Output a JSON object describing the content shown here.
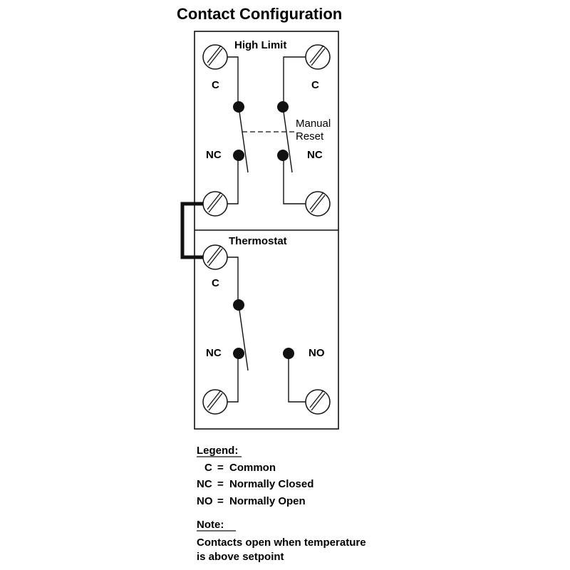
{
  "title": "Contact Configuration",
  "high_limit": {
    "label": "High Limit",
    "left_top_terminal_label": "C",
    "right_top_terminal_label": "C",
    "left_contact_label": "NC",
    "right_contact_label": "NC",
    "link_label_line1": "Manual",
    "link_label_line2": "Reset"
  },
  "thermostat": {
    "label": "Thermostat",
    "common_label": "C",
    "nc_label": "NC",
    "no_label": "NO"
  },
  "legend": {
    "heading": "Legend:",
    "items": [
      {
        "abbr": "C",
        "eq": "=",
        "meaning": "Common"
      },
      {
        "abbr": "NC",
        "eq": "=",
        "meaning": "Normally Closed"
      },
      {
        "abbr": "NO",
        "eq": "=",
        "meaning": "Normally Open"
      }
    ]
  },
  "note": {
    "heading": "Note:",
    "line1": "Contacts open when temperature",
    "line2": "is above setpoint"
  },
  "icons": {
    "terminal": "screw-terminal-icon",
    "contact": "contact-point-icon"
  }
}
